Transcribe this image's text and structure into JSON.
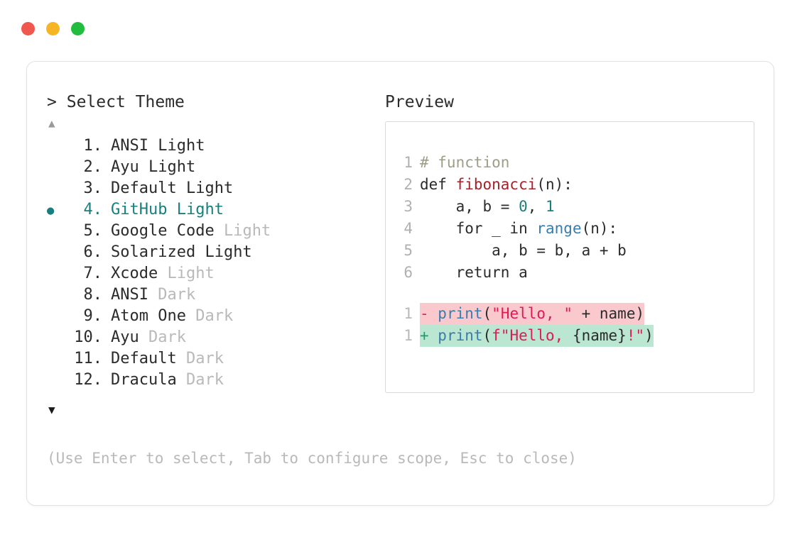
{
  "window": {
    "controls": [
      {
        "name": "close",
        "color": "#f0574e"
      },
      {
        "name": "minimize",
        "color": "#f6b525"
      },
      {
        "name": "maximize",
        "color": "#22bd3f"
      }
    ]
  },
  "prompt": {
    "caret": ">",
    "title": "Select Theme"
  },
  "scroll": {
    "up": "▲",
    "down": "▼"
  },
  "list": {
    "selected_index": 4,
    "bullet": "●",
    "items": [
      {
        "num": "1.",
        "name": "ANSI",
        "variant": "Light",
        "variant_dim": false,
        "selected": false,
        "bullet": ""
      },
      {
        "num": "2.",
        "name": "Ayu",
        "variant": "Light",
        "variant_dim": false,
        "selected": false,
        "bullet": ""
      },
      {
        "num": "3.",
        "name": "Default",
        "variant": "Light",
        "variant_dim": false,
        "selected": false,
        "bullet": ""
      },
      {
        "num": "4.",
        "name": "GitHub",
        "variant": "Light",
        "variant_dim": false,
        "selected": true,
        "bullet": "●"
      },
      {
        "num": "5.",
        "name": "Google Code",
        "variant": "Light",
        "variant_dim": true,
        "selected": false,
        "bullet": ""
      },
      {
        "num": "6.",
        "name": "Solarized",
        "variant": "Light",
        "variant_dim": false,
        "selected": false,
        "bullet": ""
      },
      {
        "num": "7.",
        "name": "Xcode",
        "variant": "Light",
        "variant_dim": true,
        "selected": false,
        "bullet": ""
      },
      {
        "num": "8.",
        "name": "ANSI",
        "variant": "Dark",
        "variant_dim": true,
        "selected": false,
        "bullet": ""
      },
      {
        "num": "9.",
        "name": "Atom One",
        "variant": "Dark",
        "variant_dim": true,
        "selected": false,
        "bullet": ""
      },
      {
        "num": "10.",
        "name": "Ayu",
        "variant": "Dark",
        "variant_dim": true,
        "selected": false,
        "bullet": ""
      },
      {
        "num": "11.",
        "name": "Default",
        "variant": "Dark",
        "variant_dim": true,
        "selected": false,
        "bullet": ""
      },
      {
        "num": "12.",
        "name": "Dracula",
        "variant": "Dark",
        "variant_dim": true,
        "selected": false,
        "bullet": ""
      }
    ]
  },
  "preview": {
    "heading": "Preview",
    "code_lines": [
      {
        "ln": "1",
        "tokens": [
          {
            "t": "# function",
            "c": "tok-comment"
          }
        ]
      },
      {
        "ln": "2",
        "tokens": [
          {
            "t": "def ",
            "c": "tok-kw"
          },
          {
            "t": "fibonacci",
            "c": "tok-func"
          },
          {
            "t": "(n):",
            "c": "tok-plain"
          }
        ]
      },
      {
        "ln": "3",
        "tokens": [
          {
            "t": "    a, b = ",
            "c": "tok-plain"
          },
          {
            "t": "0",
            "c": "tok-num"
          },
          {
            "t": ", ",
            "c": "tok-plain"
          },
          {
            "t": "1",
            "c": "tok-num"
          }
        ]
      },
      {
        "ln": "4",
        "tokens": [
          {
            "t": "    for _ in ",
            "c": "tok-plain"
          },
          {
            "t": "range",
            "c": "tok-builtin"
          },
          {
            "t": "(n):",
            "c": "tok-plain"
          }
        ]
      },
      {
        "ln": "5",
        "tokens": [
          {
            "t": "        a, b = b, a + b",
            "c": "tok-plain"
          }
        ]
      },
      {
        "ln": "6",
        "tokens": [
          {
            "t": "    return a",
            "c": "tok-plain"
          }
        ]
      }
    ],
    "diff_lines": [
      {
        "ln": "1",
        "kind": "del",
        "sign": "-",
        "tokens": [
          {
            "t": "print",
            "c": "tok-builtin"
          },
          {
            "t": "(",
            "c": "tok-plain"
          },
          {
            "t": "\"Hello, \"",
            "c": "tok-str"
          },
          {
            "t": " + name)",
            "c": "tok-plain"
          }
        ]
      },
      {
        "ln": "1",
        "kind": "add",
        "sign": "+",
        "tokens": [
          {
            "t": "print",
            "c": "tok-builtin"
          },
          {
            "t": "(",
            "c": "tok-plain"
          },
          {
            "t": "f\"Hello, ",
            "c": "tok-str"
          },
          {
            "t": "{name}",
            "c": "tok-plain"
          },
          {
            "t": "!\"",
            "c": "tok-str"
          },
          {
            "t": ")",
            "c": "tok-plain"
          }
        ]
      }
    ]
  },
  "hint": "(Use Enter to select, Tab to configure scope, Esc to close)",
  "colors": {
    "accent_teal": "#16807e",
    "diff_add_bg": "#bbe6d1",
    "diff_del_bg": "#f9c9ce",
    "string": "#de1a57",
    "builtin": "#3a7cab",
    "function": "#a81f2a",
    "number": "#17807e",
    "comment": "#9d9d88",
    "dim_text": "#b9b9b9"
  }
}
